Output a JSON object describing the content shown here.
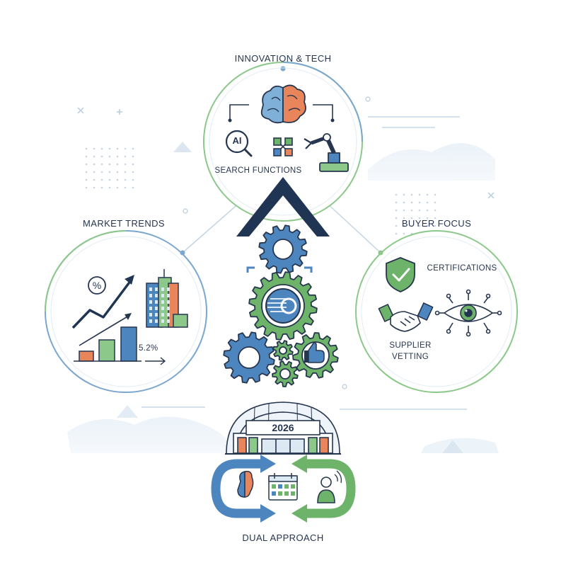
{
  "sections": {
    "innovation": {
      "title": "INNOVATION & TECH",
      "ai_badge": "AI",
      "search_label": "SEARCH FUNCTIONS"
    },
    "market": {
      "title": "MARKET TRENDS",
      "percent_symbol": "%",
      "growth_value": "5.2%"
    },
    "buyer": {
      "title": "BUYER FOCUS",
      "certifications_label": "CERTIFICATIONS",
      "vetting_line1": "SUPPLIER",
      "vetting_line2": "VETTING"
    },
    "event": {
      "year": "2026"
    },
    "dual": {
      "title": "DUAL APPROACH"
    }
  },
  "colors": {
    "navy": "#1f3553",
    "blue": "#4d86bf",
    "green": "#6db46a",
    "orange": "#e8855a",
    "light_blue": "#dce9f3",
    "circle_blue": "#7aa6cf",
    "circle_green": "#8cc88a"
  },
  "icons": [
    "brain-icon",
    "ai-search-icon",
    "network-icon",
    "robot-arm-icon",
    "growth-chart-icon",
    "building-icon",
    "shield-check-icon",
    "handshake-icon",
    "eye-circuit-icon",
    "gear-icon",
    "calendar-icon",
    "person-icon",
    "refresh-arrows-icon"
  ]
}
